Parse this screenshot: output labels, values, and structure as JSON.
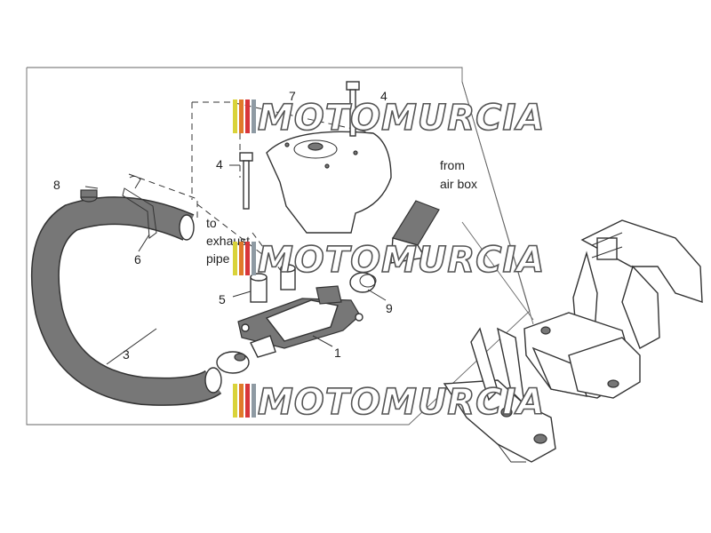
{
  "diagram": {
    "callouts": [
      {
        "id": "callout-1",
        "text": "1"
      },
      {
        "id": "callout-3",
        "text": "3"
      },
      {
        "id": "callout-4a",
        "text": "4"
      },
      {
        "id": "callout-4b",
        "text": "4"
      },
      {
        "id": "callout-5",
        "text": "5"
      },
      {
        "id": "callout-6",
        "text": "6"
      },
      {
        "id": "callout-7",
        "text": "7"
      },
      {
        "id": "callout-8",
        "text": "8"
      },
      {
        "id": "callout-9",
        "text": "9"
      }
    ],
    "notes": {
      "exhaust_line1": "to",
      "exhaust_line2": "exhaust",
      "exhaust_line3": "pipe",
      "airbox_line1": "from",
      "airbox_line2": "air box"
    },
    "watermark": "MOTOMURCIA",
    "watermark_colors": [
      "#d9d33a",
      "#e07a2a",
      "#d8363a",
      "#8e9aa3"
    ]
  }
}
